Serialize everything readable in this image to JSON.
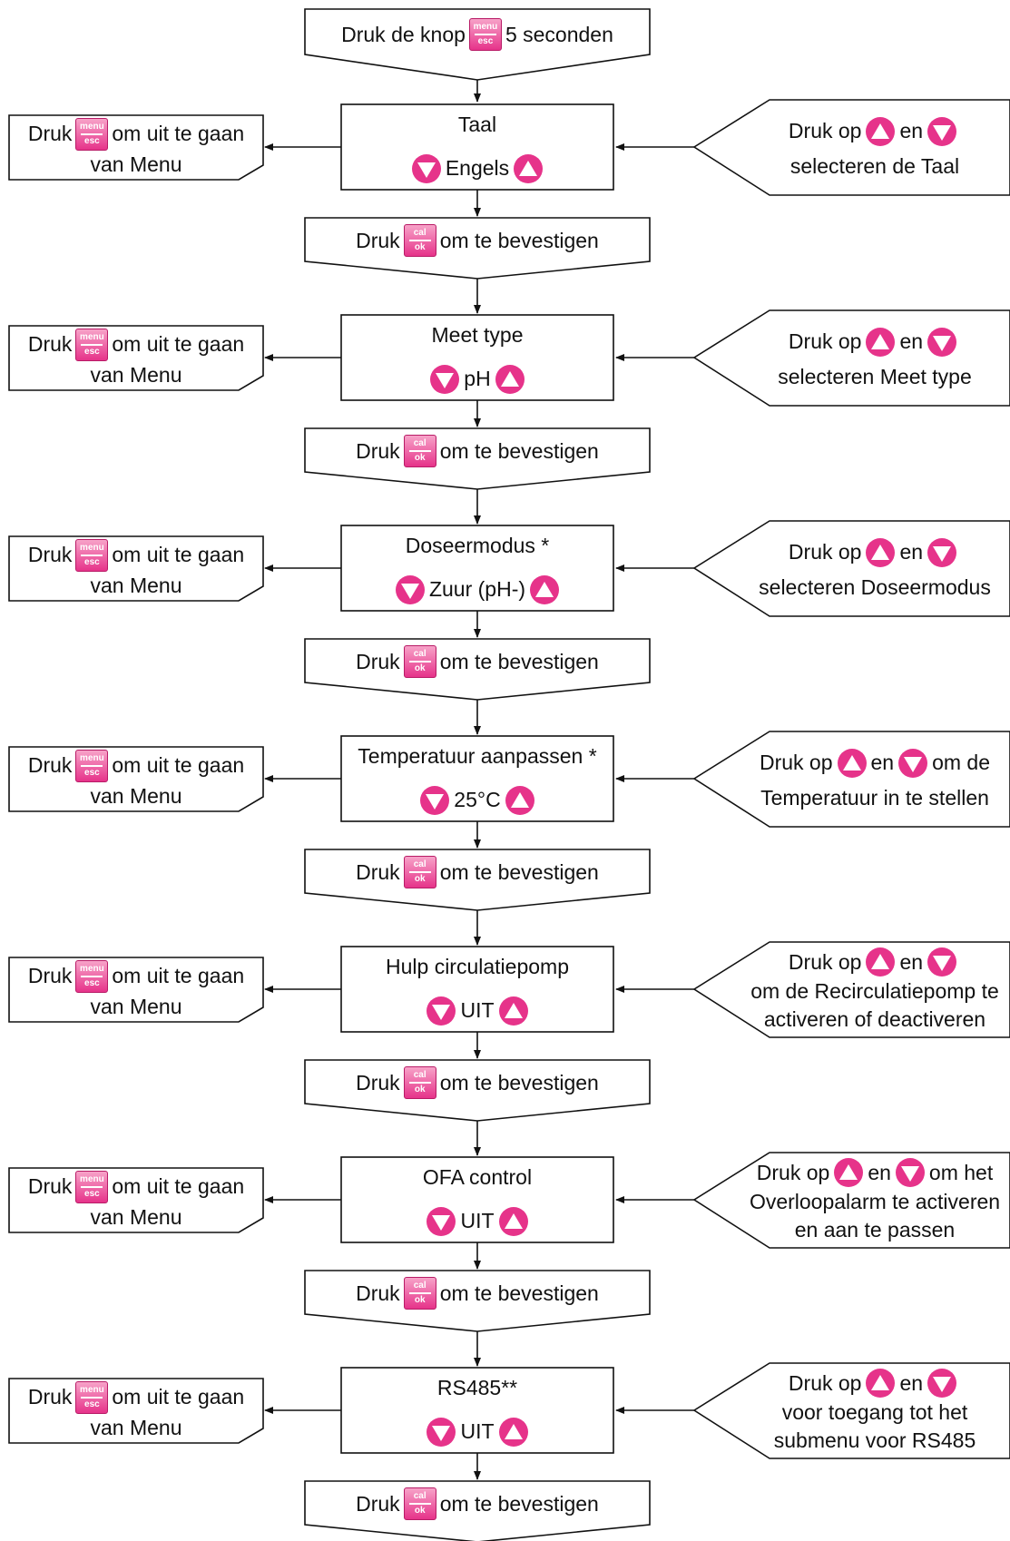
{
  "colors": {
    "accent": "#e6338a",
    "line": "#111111"
  },
  "keys": {
    "menu": {
      "top": "menu",
      "bottom": "esc"
    },
    "cal": {
      "top": "cal",
      "bottom": "ok"
    }
  },
  "icons": {
    "up": "triangle-up-icon",
    "down": "triangle-down-icon"
  },
  "start": {
    "prefix": "Druk de knop",
    "suffix": "5 seconden"
  },
  "exit": {
    "prefix": "Druk",
    "suffix": "om uit te gaan",
    "line2": "van Menu"
  },
  "confirm": {
    "prefix": "Druk",
    "suffix": "om te bevestigen"
  },
  "steps": [
    {
      "title": "Taal",
      "value": "Engels",
      "help": {
        "line1_prefix": "Druk op",
        "line1_mid": "en",
        "line1_suffix": "",
        "lines": [
          "selecteren de Taal"
        ]
      }
    },
    {
      "title": "Meet type",
      "value": "pH",
      "help": {
        "line1_prefix": "Druk op",
        "line1_mid": "en",
        "line1_suffix": "",
        "lines": [
          "selecteren Meet type"
        ]
      }
    },
    {
      "title": "Doseermodus *",
      "value": "Zuur (pH-)",
      "help": {
        "line1_prefix": "Druk op",
        "line1_mid": "en",
        "line1_suffix": "",
        "lines": [
          "selecteren Doseermodus"
        ]
      }
    },
    {
      "title": "Temperatuur aanpassen *",
      "value": "25°C",
      "help": {
        "line1_prefix": "Druk op",
        "line1_mid": "en",
        "line1_suffix": "om de",
        "lines": [
          "Temperatuur in te stellen"
        ]
      }
    },
    {
      "title": "Hulp circulatiepomp",
      "value": "UIT",
      "help": {
        "line1_prefix": "Druk op",
        "line1_mid": "en",
        "line1_suffix": "",
        "lines": [
          "om de Recirculatiepomp te",
          "activeren of deactiveren"
        ]
      }
    },
    {
      "title": "OFA control",
      "value": "UIT",
      "help": {
        "line1_prefix": "Druk op",
        "line1_mid": "en",
        "line1_suffix": "om het",
        "lines": [
          "Overloopalarm te activeren",
          "en aan te passen"
        ]
      }
    },
    {
      "title": "RS485**",
      "value": "UIT",
      "help": {
        "line1_prefix": "Druk op",
        "line1_mid": "en",
        "line1_suffix": "",
        "lines": [
          "voor toegang tot het",
          "submenu voor RS485"
        ]
      }
    }
  ]
}
